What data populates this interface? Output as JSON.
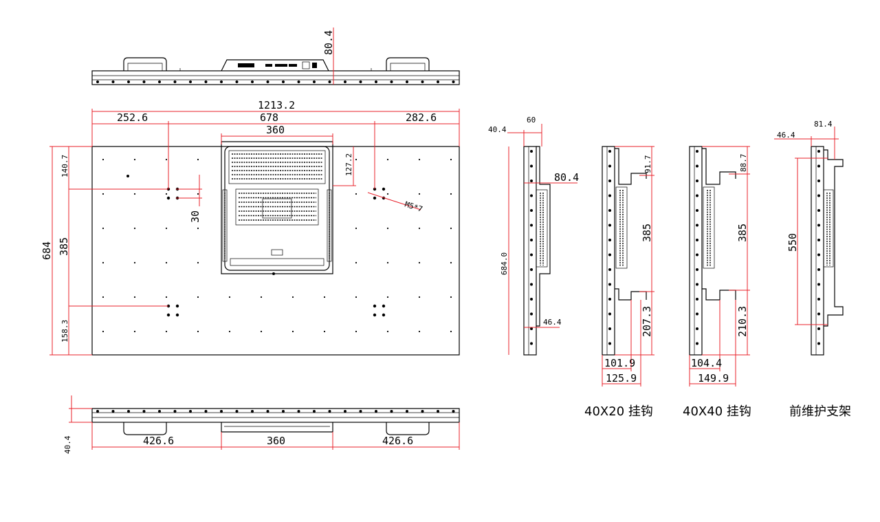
{
  "dimensions": {
    "top_height": "80.4",
    "total_width": "1213.2",
    "left_offset": "252.6",
    "hole_span": "678",
    "right_offset": "282.6",
    "box_width": "360",
    "box_top": "127.2",
    "hole_gap": "30",
    "screw": "M5*7",
    "total_height": "684",
    "top_margin": "140.7",
    "middle_span": "385",
    "bottom_margin": "158.3",
    "bottom_left": "426.6",
    "bottom_mid": "360",
    "bottom_right": "426.6",
    "bottom_depth": "40.4"
  },
  "side_main": {
    "top_left": "40.4",
    "top_right": "60",
    "depth": "80.4",
    "height": "684.0",
    "bottom_depth": "46.4"
  },
  "hook_40x20": {
    "top": "91.7",
    "middle": "385",
    "bottom": "207.3",
    "width_a": "101.9",
    "width_b": "125.9",
    "caption": "40X20 挂钩"
  },
  "hook_40x40": {
    "top": "88.7",
    "middle": "385",
    "bottom": "210.3",
    "width_a": "104.4",
    "width_b": "149.9",
    "caption": "40X40 挂钩"
  },
  "front_bracket": {
    "left": "46.4",
    "right": "81.4",
    "height": "550",
    "caption": "前维护支架"
  },
  "colors": {
    "dimension_line": "#e8202a",
    "outline": "#000000"
  }
}
